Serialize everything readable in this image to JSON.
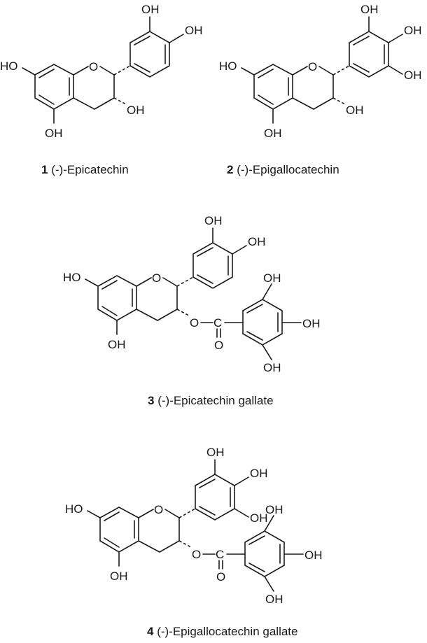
{
  "figure": {
    "compounds": [
      {
        "number": "1",
        "name": "(-)-Epicatechin"
      },
      {
        "number": "2",
        "name": "(-)-Epigallocatechin"
      },
      {
        "number": "3",
        "name": "(-)-Epicatechin gallate"
      },
      {
        "number": "4",
        "name": "(-)-Epigallocatechin gallate"
      }
    ],
    "atoms": {
      "OH": "OH",
      "HO": "HO",
      "O": "O",
      "C": "C"
    }
  }
}
